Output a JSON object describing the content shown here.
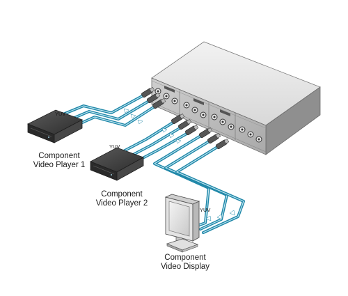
{
  "devices": {
    "player1": {
      "label_line1": "Component",
      "label_line2": "Video Player 1",
      "output_label": "YUV"
    },
    "player2": {
      "label_line1": "Component",
      "label_line2": "Video Player 2",
      "output_label": "YUV"
    },
    "display": {
      "label_line1": "Component",
      "label_line2": "Video Display",
      "input_label": "YUV"
    }
  },
  "colors": {
    "cable": "#1f87a8",
    "cable_highlight": "#bfe5f1",
    "device_body": "#3c3c3c",
    "switcher_body": "#d6d6d6",
    "monitor_body": "#e4e4e4"
  }
}
